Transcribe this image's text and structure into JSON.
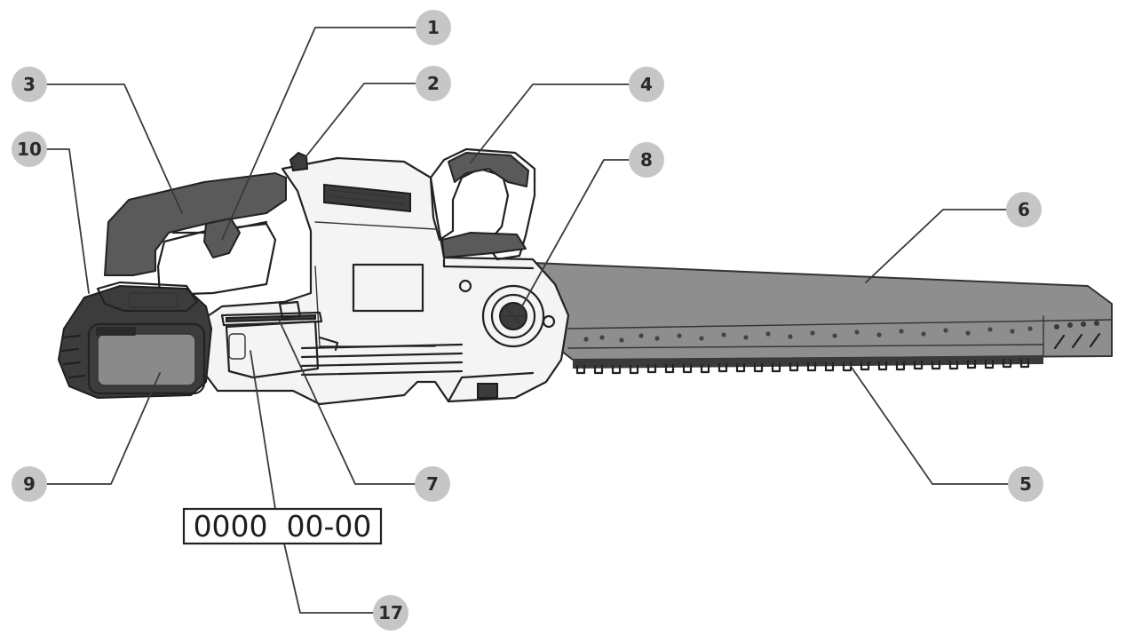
{
  "callouts": [
    {
      "id": "1",
      "label": "1"
    },
    {
      "id": "2",
      "label": "2"
    },
    {
      "id": "3",
      "label": "3"
    },
    {
      "id": "4",
      "label": "4"
    },
    {
      "id": "5",
      "label": "5"
    },
    {
      "id": "6",
      "label": "6"
    },
    {
      "id": "7",
      "label": "7"
    },
    {
      "id": "8",
      "label": "8"
    },
    {
      "id": "9",
      "label": "9"
    },
    {
      "id": "10",
      "label": "10"
    },
    {
      "id": "17",
      "label": "17"
    }
  ],
  "date_code": "0000  00-00"
}
